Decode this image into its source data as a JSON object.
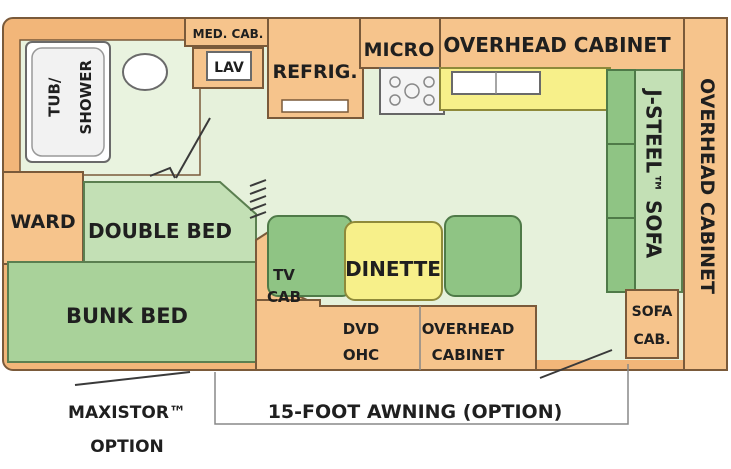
{
  "labels": {
    "med_cab": "MED. CAB.",
    "lav": "LAV",
    "refrig": "REFRIG.",
    "micro": "MICRO",
    "overhead_cabinet_top": "OVERHEAD CABINET",
    "tub_shower_1": "TUB/",
    "tub_shower_2": "SHOWER",
    "ward": "WARD",
    "double_bed": "DOUBLE BED",
    "bunk_bed": "BUNK BED",
    "tv_cab_1": "TV",
    "tv_cab_2": "CAB",
    "dinette": "DINETTE",
    "dvd_ohc_1": "DVD",
    "dvd_ohc_2": "OHC",
    "overhead_cabinet_bottom_1": "OVERHEAD",
    "overhead_cabinet_bottom_2": "CABINET",
    "jsteel_sofa": "J-STEEL™ SOFA",
    "overhead_cabinet_right": "OVERHEAD CABINET",
    "sofa_cab_1": "SOFA",
    "sofa_cab_2": "CAB.",
    "maxistor_1": "MAXISTOR™",
    "maxistor_2": "OPTION",
    "awning": "15-FOOT AWNING (OPTION)"
  },
  "colors": {
    "cabinet": "#f6c48c",
    "floor": "#e6f1db",
    "bed": "#a9d29a",
    "dinette": "#f7f08a"
  }
}
